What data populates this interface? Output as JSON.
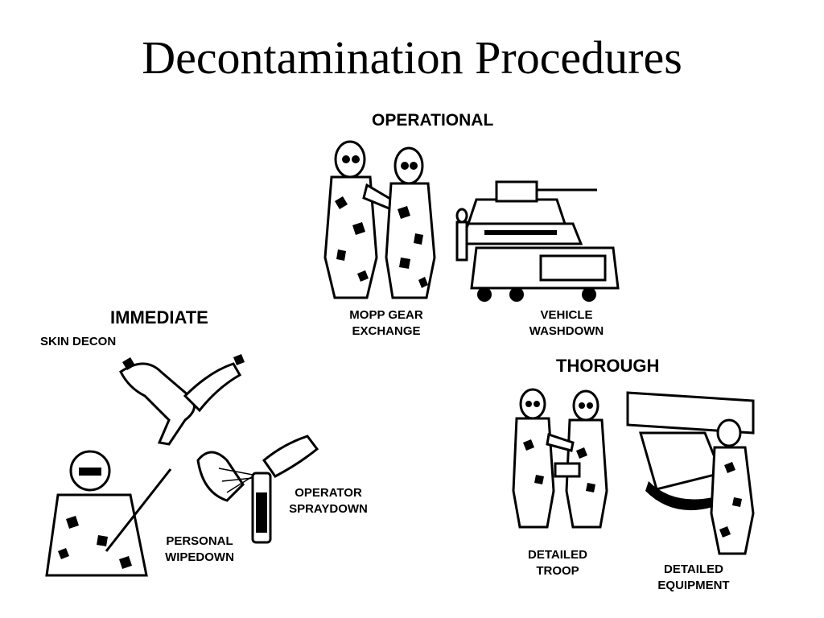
{
  "slide": {
    "title": "Decontamination Procedures"
  },
  "sections": {
    "operational": {
      "heading": "OPERATIONAL",
      "items": [
        {
          "line1": "MOPP GEAR",
          "line2": "EXCHANGE"
        },
        {
          "line1": "VEHICLE",
          "line2": "WASHDOWN"
        }
      ]
    },
    "immediate": {
      "heading": "IMMEDIATE",
      "items": [
        {
          "line1": "SKIN DECON"
        },
        {
          "line1": "OPERATOR",
          "line2": "SPRAYDOWN"
        },
        {
          "line1": "PERSONAL",
          "line2": "WIPEDOWN"
        }
      ]
    },
    "thorough": {
      "heading": "THOROUGH",
      "items": [
        {
          "line1": "DETAILED",
          "line2": "TROOP"
        },
        {
          "line1": "DETAILED",
          "line2": "EQUIPMENT"
        }
      ]
    }
  }
}
